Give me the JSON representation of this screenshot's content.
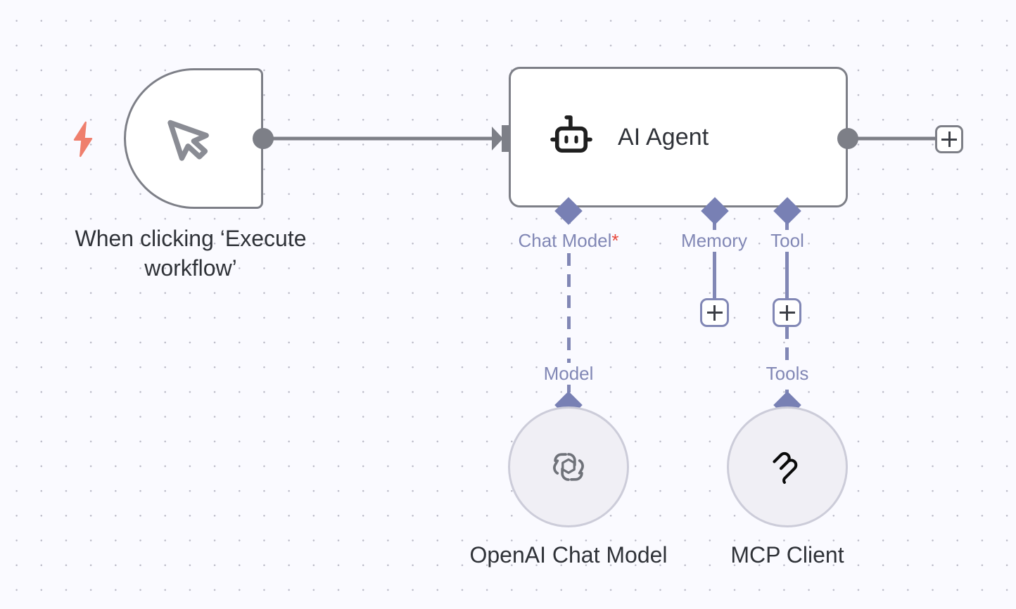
{
  "canvas": {
    "background_color": "#fafaff",
    "grid_dot_color": "#b9b9c6",
    "accent_purple": "#8187b5",
    "accent_gray": "#7d7f87",
    "required_marker_color": "#e8463a",
    "trigger_bolt_color": "#ef7f6d"
  },
  "nodes": {
    "trigger": {
      "caption": "When clicking ‘Execute\nworkflow’",
      "icon": "cursor-pointer-icon",
      "badge_icon": "lightning-bolt-icon"
    },
    "agent": {
      "title": "AI Agent",
      "icon": "robot-icon"
    },
    "chat_model": {
      "caption": "OpenAI Chat Model",
      "icon": "openai-logo-icon",
      "connector_label": "Model"
    },
    "mcp_client": {
      "caption": "MCP Client",
      "icon": "mcp-logo-icon",
      "connector_label": "Tools"
    }
  },
  "ports": {
    "chat_model": {
      "label": "Chat Model",
      "required_marker": "*"
    },
    "memory": {
      "label": "Memory",
      "required_marker": ""
    },
    "tool": {
      "label": "Tool",
      "required_marker": ""
    }
  },
  "buttons": {
    "add_output": "+",
    "add_memory": "+",
    "add_tool": "+"
  }
}
